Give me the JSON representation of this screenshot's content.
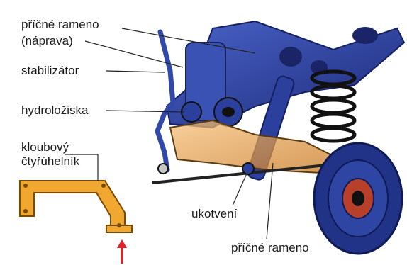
{
  "labels": {
    "upper_arm": "příčné rameno",
    "upper_arm_sub": "(náprava)",
    "stabilizer": "stabilizátor",
    "hydro_bearings": "hydroložiska",
    "four_bar_line1": "kloubový",
    "four_bar_line2": "čtyřúhelník",
    "anchoring": "ukotvení",
    "lower_arm": "příčné rameno"
  },
  "colors": {
    "suspension_blue": "#2b3f9c",
    "suspension_dark": "#1a2466",
    "link_orange": "#e89a2c",
    "arrow_red": "#e0232b",
    "leader_line": "#222222"
  }
}
